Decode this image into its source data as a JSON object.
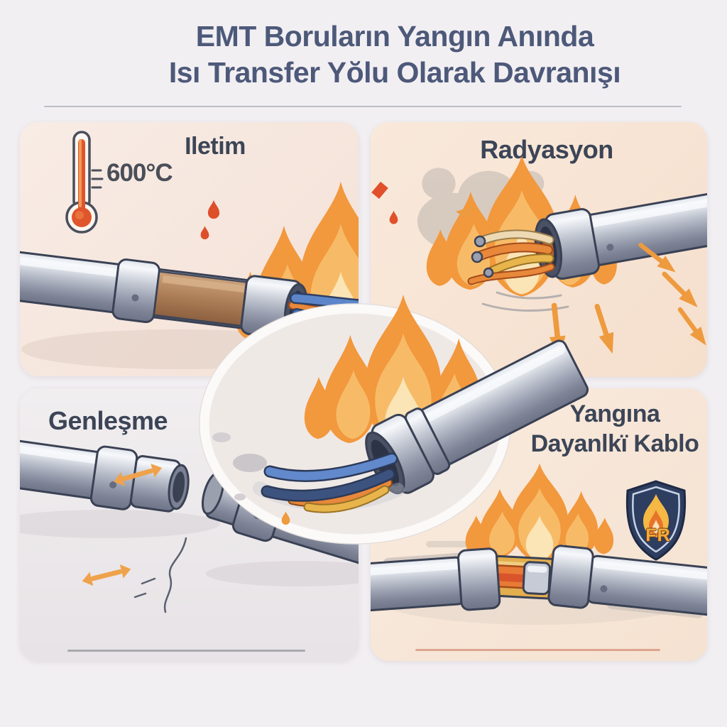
{
  "title": {
    "line1": "EMT Boruların Yangın Anında",
    "line2": "Isı Transfer Yŏlu Olarak Davranışı"
  },
  "panels": {
    "conduction": {
      "label": "Iletim",
      "temperature": "600°C",
      "icons": [
        "thermometer-icon",
        "flame-icon",
        "conduit-pipe-illustration"
      ]
    },
    "radiation": {
      "label": "Radyasyon",
      "icons": [
        "flame-icon",
        "smoke-icon",
        "radiation-arrows-icon",
        "conduit-pipe-illustration"
      ]
    },
    "expansion": {
      "label": "Genleşme",
      "icons": [
        "double-arrow-icon",
        "split-conduit-illustration"
      ]
    },
    "fire_resistant": {
      "line1": "Yangına",
      "line2": "Dayanlkï Kablo",
      "badge": "FR",
      "icons": [
        "flame-icon",
        "fire-resistant-shield-icon",
        "armored-cable-illustration"
      ]
    }
  },
  "center": {
    "icons": [
      "flame-icon",
      "conduit-with-cables-illustration"
    ]
  },
  "colors": {
    "page_background": "#f2eff3",
    "title_text": "#4d5979",
    "label_text": "#3c4557",
    "flame_orange": "#f2983d",
    "flame_mid": "#f7bb67",
    "flame_core": "#fbe4b5",
    "spark_red": "#dc4f2a",
    "arrow_orange": "#ee9a3e",
    "thermometer_red": "#e0552c",
    "metal_gray": "#c2c7d2",
    "outline": "#3a4154",
    "shield_navy": "#2e3e60",
    "badge_gold": "#f2ab3a",
    "panel_peach": "#f8e8da",
    "panel_gray": "#edeaec"
  }
}
